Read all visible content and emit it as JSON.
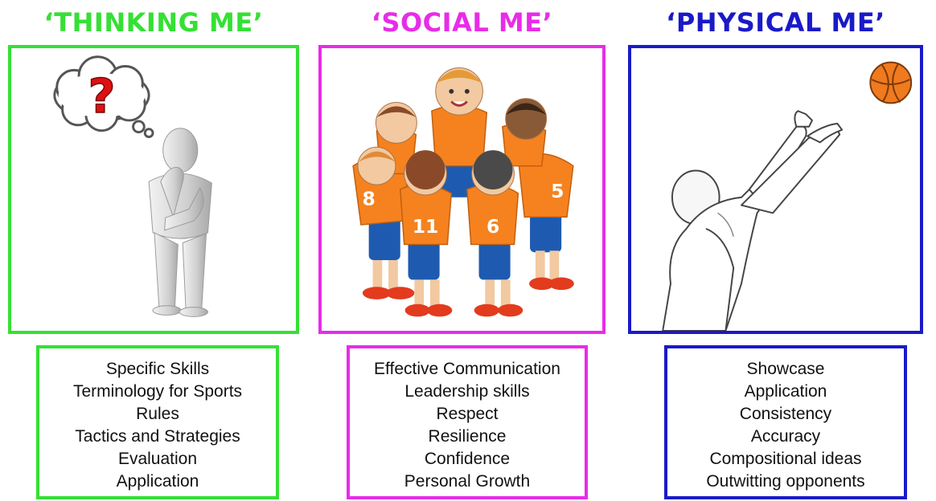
{
  "colors": {
    "thinking": "#35e035",
    "social": "#e82ce8",
    "physical": "#1a1ac8"
  },
  "columns": [
    {
      "title": "‘THINKING ME’",
      "icon": "thinking-person-question-icon",
      "items": [
        "Specific Skills",
        "Terminology for Sports",
        "Rules",
        "Tactics and Strategies",
        "Evaluation",
        "Application"
      ]
    },
    {
      "title": "‘SOCIAL ME’",
      "icon": "team-huddle-icon",
      "items": [
        "Effective Communication",
        "Leadership skills",
        "Respect",
        "Resilience",
        "Confidence",
        "Personal Growth"
      ]
    },
    {
      "title": "‘PHYSICAL ME’",
      "icon": "basketball-shooter-icon",
      "items": [
        "Showcase",
        "Application",
        "Consistency",
        "Accuracy",
        "Compositional ideas",
        "Outwitting opponents"
      ]
    }
  ]
}
